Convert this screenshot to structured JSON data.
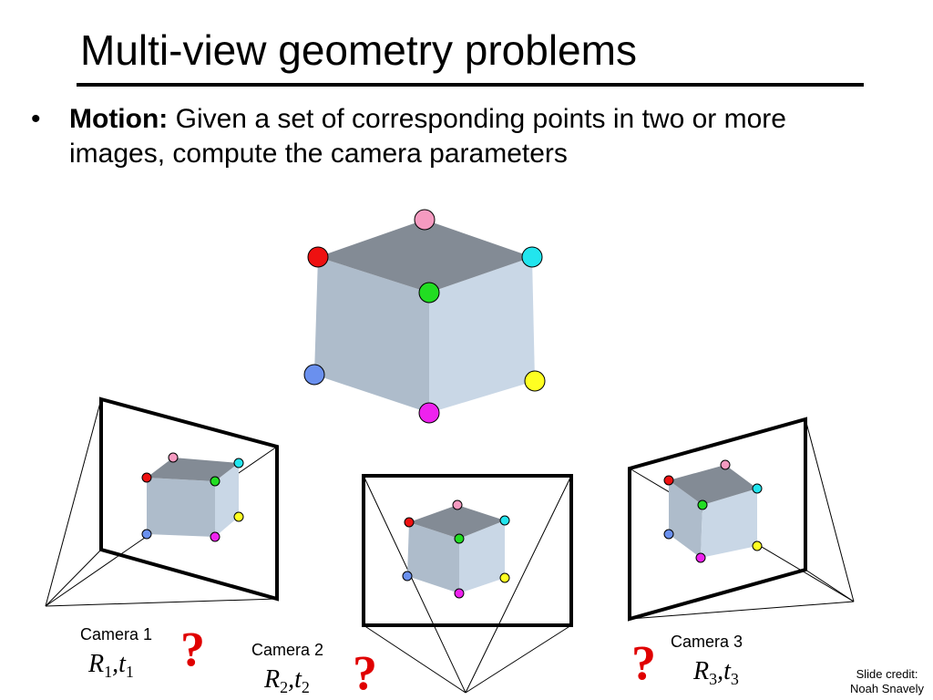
{
  "slide": {
    "title": "Multi-view geometry problems",
    "bullet_marker": "•",
    "bullet_bold": "Motion:",
    "bullet_text": " Given a set of corresponding points in two or more images, compute the camera parameters",
    "credit_line1": "Slide credit:",
    "credit_line2": "Noah Snavely"
  },
  "colors": {
    "cube_top": "#838b95",
    "cube_left": "#aebccb",
    "cube_right": "#c9d7e6",
    "question_mark": "#e00000"
  },
  "points": [
    {
      "name": "red",
      "color": "#ee1111"
    },
    {
      "name": "pink",
      "color": "#f59ac0"
    },
    {
      "name": "cyan",
      "color": "#22e5ee"
    },
    {
      "name": "green",
      "color": "#22dd22"
    },
    {
      "name": "blue",
      "color": "#6a90ee"
    },
    {
      "name": "magenta",
      "color": "#ee22ee"
    },
    {
      "name": "yellow",
      "color": "#ffff22"
    }
  ],
  "cameras": [
    {
      "label": "Camera 1",
      "R": "R",
      "R_sub": "1",
      "sep": ",",
      "t": "t",
      "t_sub": "1",
      "question": "?"
    },
    {
      "label": "Camera 2",
      "R": "R",
      "R_sub": "2",
      "sep": ",",
      "t": "t",
      "t_sub": "2",
      "question": "?"
    },
    {
      "label": "Camera 3",
      "R": "R",
      "R_sub": "3",
      "sep": ",",
      "t": "t",
      "t_sub": "3",
      "question": "?"
    }
  ]
}
